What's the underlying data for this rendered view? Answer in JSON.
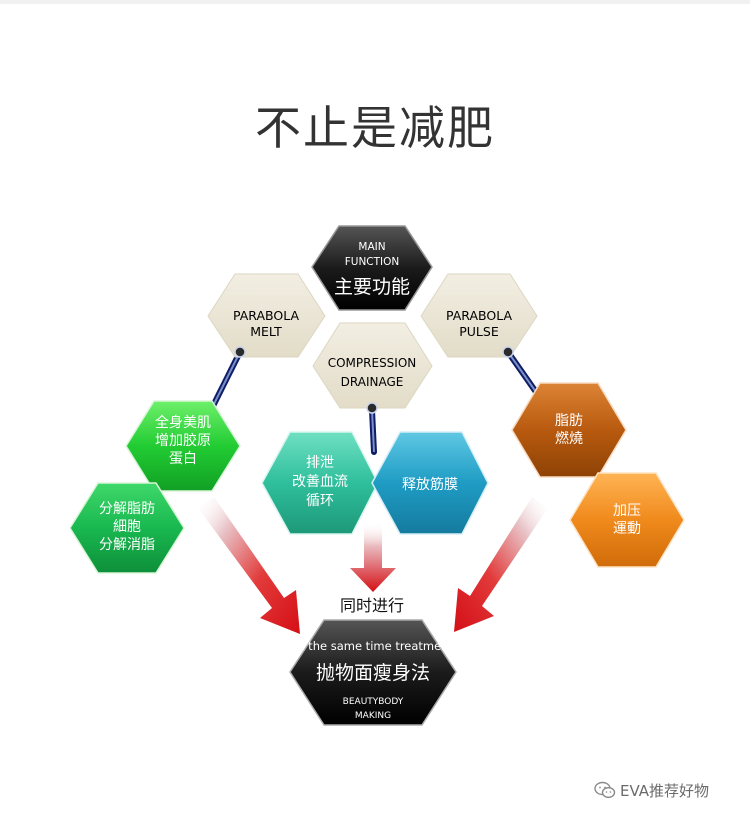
{
  "title": "不止是减肥",
  "nodes": {
    "main": {
      "line1": "MAIN",
      "line2": "FUNCTION",
      "label": "主要功能"
    },
    "melt": {
      "line1": "PARABOLA",
      "line2": "MELT"
    },
    "pulse": {
      "line1": "PARABOLA",
      "line2": "PULSE"
    },
    "compression": {
      "line1": "COMPRESSION",
      "line2": "DRAINAGE"
    },
    "green_top": {
      "line1": "全身美肌",
      "line2": "增加胶原",
      "line3": "蛋白"
    },
    "green_bottom": {
      "line1": "分解脂肪",
      "line2": "細胞",
      "line3": "分解消脂"
    },
    "teal": {
      "line1": "排泄",
      "line2": "改善血流",
      "line3": "循环"
    },
    "blue": {
      "line1": "释放筋膜"
    },
    "orange_top": {
      "line1": "脂肪",
      "line2": "燃燒"
    },
    "orange_bottom": {
      "line1": "加压",
      "line2": "運動"
    },
    "result": {
      "caption": "同时进行",
      "en_top": "at the same time  treatment",
      "label": "抛物面瘦身法",
      "en_bottom1": "BEAUTYBODY",
      "en_bottom2": "MAKING"
    }
  },
  "watermark": {
    "text": "EVA推荐好物",
    "icon": "wechat-icon"
  },
  "colors": {
    "dark": "#1a1a1a",
    "beige": "#ebe6d6",
    "green": "#22cc33",
    "teal": "#2fbf9c",
    "blue": "#1f9cc4",
    "orange_dark": "#b85a0f",
    "orange_light": "#f08a1c",
    "arrow": "#d9141c"
  }
}
